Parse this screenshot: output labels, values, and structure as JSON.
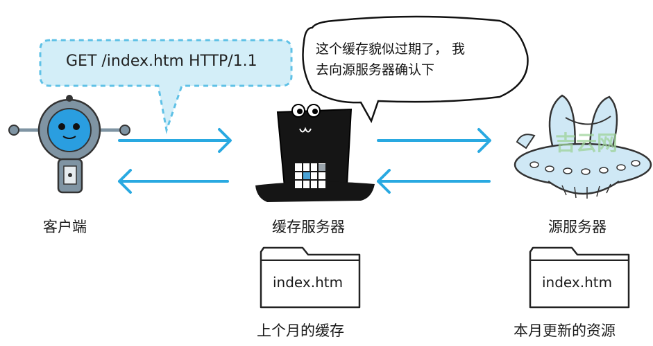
{
  "request": {
    "text": "GET /index.htm HTTP/1.1"
  },
  "speech": {
    "line1": "这个缓存貌似过期了， 我",
    "line2": "去向源服务器确认下"
  },
  "nodes": {
    "client": {
      "label": "客户端"
    },
    "cache_server": {
      "label": "缓存服务器"
    },
    "origin_server": {
      "label": "源服务器"
    }
  },
  "files": {
    "cache_file": {
      "name": "index.htm",
      "caption": "上个月的缓存"
    },
    "origin_file": {
      "name": "index.htm",
      "caption": "本月更新的资源"
    }
  },
  "watermark": {
    "text": "吉云网"
  },
  "colors": {
    "arrow": "#29a9e1",
    "bubble_fill": "#d3eef8",
    "bubble_border": "#5fc1e6",
    "robot_body": "#7f94a3",
    "robot_face": "#2a9ee0",
    "hat": "#151515",
    "ufo": "#cfe8f5"
  },
  "icons": {
    "client": "robot-icon",
    "cache_server": "top-hat-icon",
    "origin_server": "ufo-icon",
    "file": "folder-file-icon"
  }
}
